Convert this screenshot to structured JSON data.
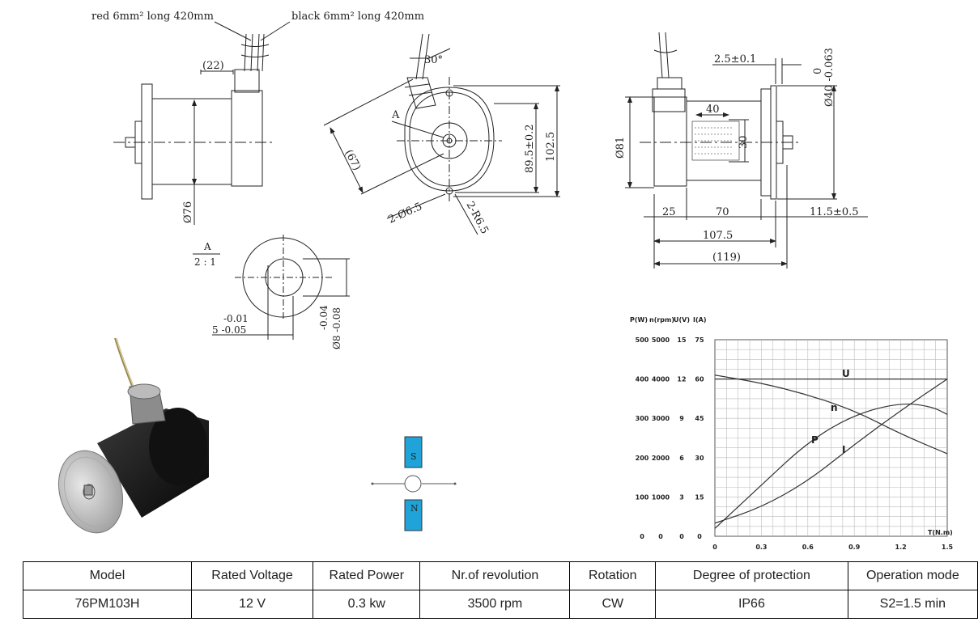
{
  "wires": {
    "red": "red 6mm² long 420mm",
    "black": "black 6mm² long 420mm"
  },
  "side_view": {
    "d22": "(22)",
    "d76": "Ø76"
  },
  "front_view": {
    "angle": "30°",
    "label_a": "A",
    "d67": "(67)",
    "d89": "89.5±0.2",
    "d102": "102.5",
    "holes": "2-Ø6.5",
    "radius": "2-R6.5"
  },
  "right_view": {
    "d2_5": "2.5±0.1",
    "d40": "40",
    "d30": "30",
    "d81": "Ø81",
    "tol_top": "0",
    "tol_bottom": "Ø40 -0.063",
    "d25": "25",
    "d70": "70",
    "d11_5": "11.5±0.5",
    "d107_5": "107.5",
    "d119": "(119)"
  },
  "detail": {
    "label": "A",
    "scale": "2 : 1",
    "key_top": "-0.01",
    "key_bottom": "5 -0.05",
    "shaft_top": "-0.04",
    "shaft_bottom": "Ø8 -0.08"
  },
  "magnet": {
    "s": "S",
    "n": "N",
    "color": "#1fa3d9"
  },
  "chart_data": {
    "type": "line",
    "axis_headers": [
      "P(W)",
      "n(rpm)",
      "U(V)",
      "I(A)"
    ],
    "y_ticks": {
      "P": [
        "500",
        "400",
        "300",
        "200",
        "100",
        "0"
      ],
      "n": [
        "5000",
        "4000",
        "3000",
        "2000",
        "1000",
        "0"
      ],
      "U": [
        "15",
        "12",
        "9",
        "6",
        "3",
        "0"
      ],
      "I": [
        "75",
        "60",
        "45",
        "30",
        "15",
        "0"
      ]
    },
    "x_ticks": [
      "0",
      "0.3",
      "0.6",
      "0.9",
      "1.2",
      "1.5"
    ],
    "xlabel": "T(N.m)",
    "xlim": [
      0,
      1.5
    ],
    "ylim_P": [
      0,
      500
    ],
    "series": [
      {
        "name": "U",
        "axis": "U(V)",
        "x": [
          0,
          1.5
        ],
        "y": [
          12,
          12
        ]
      },
      {
        "name": "n",
        "axis": "n(rpm)",
        "x": [
          0,
          0.3,
          0.6,
          0.9,
          1.2,
          1.5
        ],
        "y": [
          4100,
          3900,
          3600,
          3200,
          2600,
          2100
        ]
      },
      {
        "name": "P",
        "axis": "P(W)",
        "x": [
          0,
          0.3,
          0.6,
          0.9,
          1.2,
          1.4,
          1.5
        ],
        "y": [
          20,
          130,
          240,
          310,
          340,
          330,
          310
        ]
      },
      {
        "name": "I",
        "axis": "I(A)",
        "x": [
          0,
          0.3,
          0.6,
          0.9,
          1.2,
          1.5
        ],
        "y": [
          5,
          11,
          21,
          35,
          48,
          60
        ]
      }
    ]
  },
  "table": {
    "headers": [
      "Model",
      "Rated Voltage",
      "Rated Power",
      "Nr.of revolution",
      "Rotation",
      "Degree of protection",
      "Operation mode"
    ],
    "values": [
      "76PM103H",
      "12 V",
      "0.3 kw",
      "3500 rpm",
      "CW",
      "IP66",
      "S2=1.5 min"
    ]
  }
}
